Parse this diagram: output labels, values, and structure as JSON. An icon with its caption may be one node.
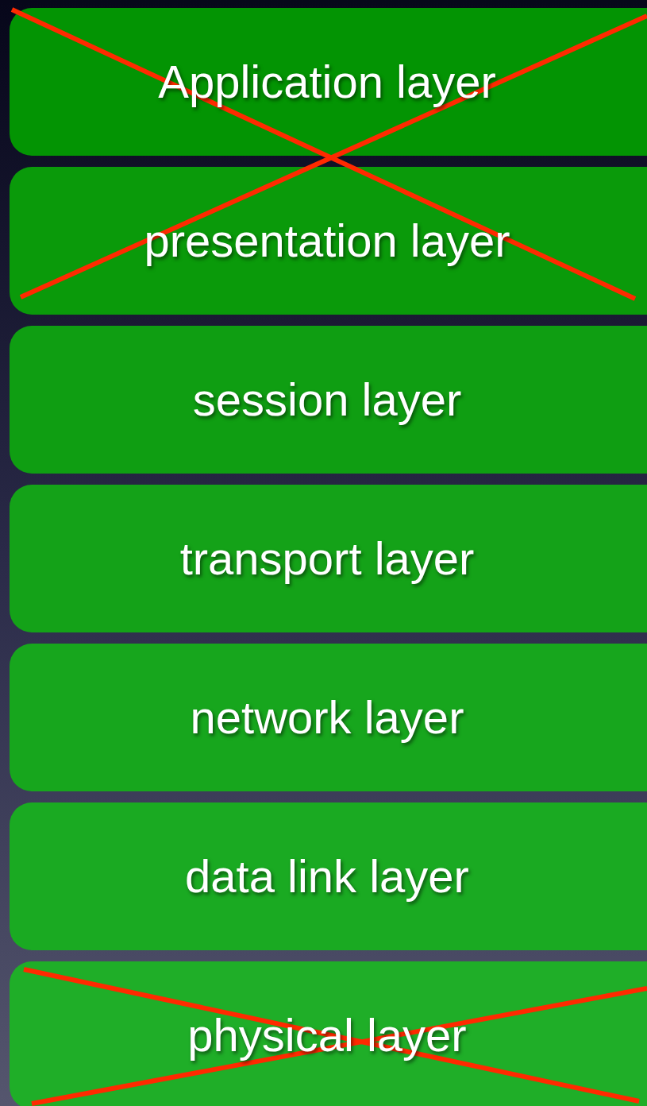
{
  "diagram": {
    "nodes": [
      {
        "text": [
          "Application layer"
        ]
      },
      {
        "text": [
          "presentation layer"
        ]
      },
      {
        "text": [
          "session layer"
        ]
      },
      {
        "text": [
          "transport layer"
        ]
      },
      {
        "text": [
          "network layer"
        ]
      },
      {
        "text": [
          "data link layer"
        ]
      },
      {
        "text": [
          "physical layer"
        ]
      }
    ]
  }
}
